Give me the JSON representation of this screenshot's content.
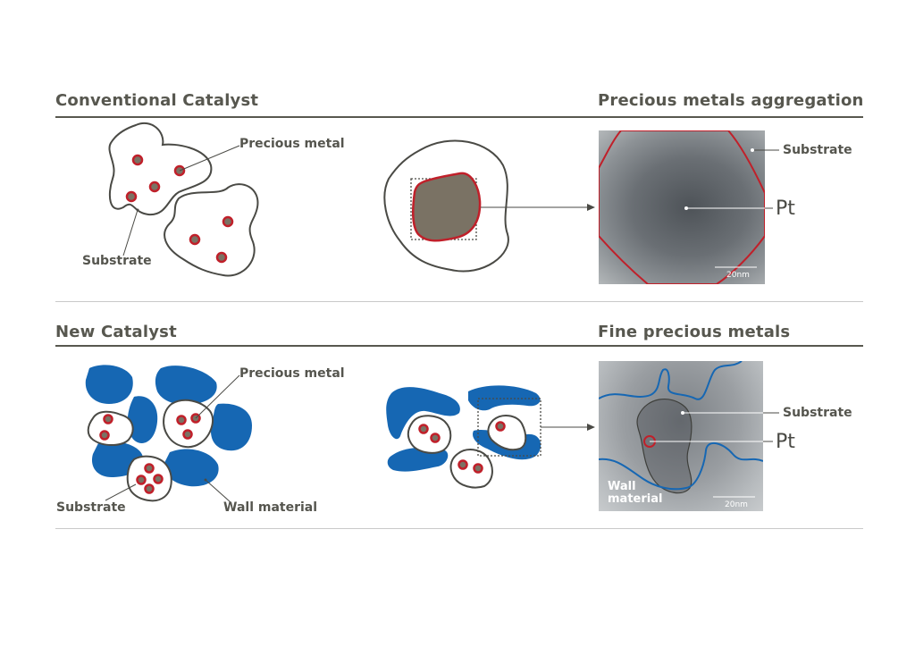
{
  "conventional": {
    "heading": "Conventional Catalyst",
    "right_heading": "Precious metals aggregation",
    "labels": {
      "precious_metal": "Precious metal",
      "substrate": "Substrate",
      "micro_substrate": "Substrate",
      "pt": "Pt",
      "scale": "20nm"
    }
  },
  "new": {
    "heading": "New Catalyst",
    "right_heading": "Fine precious metals",
    "labels": {
      "precious_metal": "Precious metal",
      "substrate": "Substrate",
      "wall_material": "Wall material",
      "micro_substrate": "Substrate",
      "pt": "Pt",
      "micro_wall": "Wall\nmaterial",
      "scale": "20nm"
    }
  },
  "colors": {
    "outline": "#4a4a45",
    "metal_fill": "#7a7264",
    "metal_ring": "#c0202a",
    "wall": "#1667b3",
    "rule": "#58584f"
  }
}
